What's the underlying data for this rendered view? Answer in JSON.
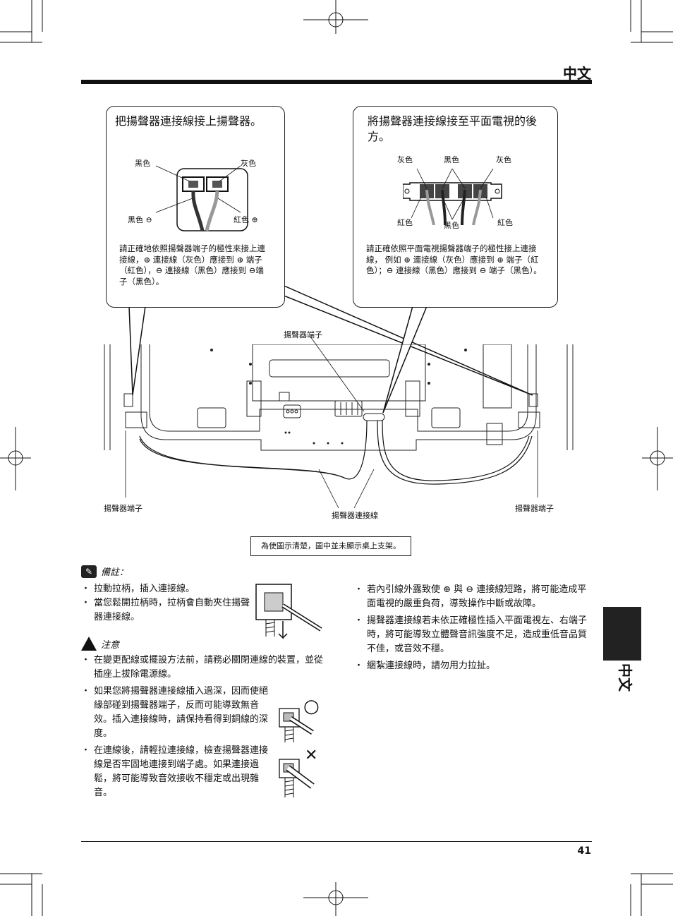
{
  "header": {
    "language_label": "中文"
  },
  "callout_left": {
    "title": "把揚聲器連接線接上揚聲器。",
    "label_black_top": "黑色",
    "label_gray": "灰色",
    "label_black_minus": "黑色 ⊖",
    "label_red_plus": "紅色 ⊕",
    "instruction": "請正確地依照揚聲器端子的極性來接上連接線，⊕ 連接線（灰色）應接到 ⊕ 端子（紅色），⊖ 連接線（黑色）應接到 ⊖端子（黑色）。"
  },
  "callout_right": {
    "title": "將揚聲器連接線接至平面電視的後方。",
    "label_gray_left": "灰色",
    "label_black_top": "黑色",
    "label_gray_right": "灰色",
    "label_red_left": "紅色",
    "label_black_bottom": "黑色",
    "label_red_right": "紅色",
    "instruction": "請正確依照平面電視揚聲器端子的極性接上連接線， 例如 ⊕ 連接線（灰色）應接到 ⊕ 端子（紅色）；⊖ 連接線（黑色）應接到 ⊖ 端子（黑色）。"
  },
  "diagram": {
    "label_speaker_terminal_center": "揚聲器端子",
    "label_speaker_terminal_left": "揚聲器端子",
    "label_speaker_terminal_right": "揚聲器端子",
    "label_speaker_cable": "揚聲器連接線",
    "caption": "為使圖示清楚，圖中並未顯示桌上支架。"
  },
  "notes": {
    "heading": "備註：",
    "items": [
      "拉動拉柄，插入連接線。",
      "當您鬆開拉柄時，拉柄會自動夾住揚聲器連接線。"
    ]
  },
  "caution": {
    "heading": "注意",
    "items": [
      "在變更配線或擺設方法前，請務必關閉連線的裝置，並從插座上拔除電源線。",
      "如果您將揚聲器連接線插入過深，因而使絕緣部碰到揚聲器端子，反而可能導致無音效。插入連接線時，請保持看得到銅線的深度。",
      "在連線後，請輕拉連接線，檢查揚聲器連接線是否牢固地連接到端子處。如果連接過鬆，將可能導致音效接收不穩定或出現雜音。"
    ]
  },
  "right_column": {
    "items": [
      "若內引線外露致使 ⊕ 與 ⊖ 連接線短路，將可能造成平面電視的嚴重負荷，導致操作中斷或故障。",
      "揚聲器連接線若未依正確極性插入平面電視左、右端子時，將可能導致立體聲音訊強度不足，造成重低音品質不佳，或音效不穩。",
      "綑紮連接線時，請勿用力拉扯。"
    ]
  },
  "symbols": {
    "ok_mark": "○",
    "ng_mark": "✕"
  },
  "side_tab": {
    "label": "中文"
  },
  "footer": {
    "page_number": "41"
  }
}
